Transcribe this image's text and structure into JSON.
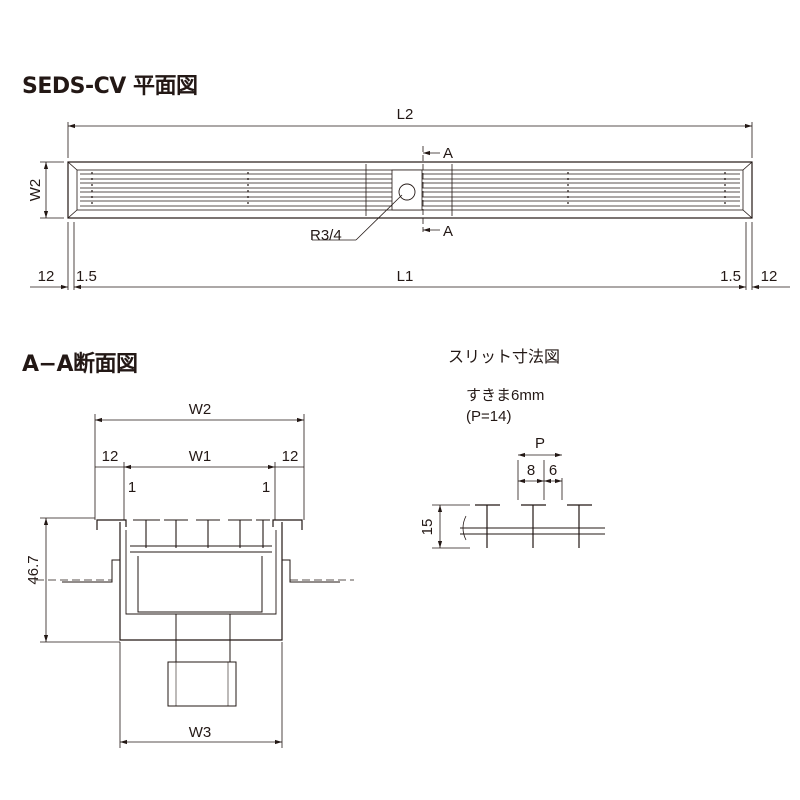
{
  "plan": {
    "title": "SEDS-CV 平面図",
    "L2": "L2",
    "W2": "W2",
    "L1": "L1",
    "section_mark": "A",
    "outlet": "R3/4",
    "left_margin": "12",
    "left_offset": "1.5",
    "right_offset": "1.5",
    "right_margin": "12"
  },
  "section": {
    "title": "A−A断面図",
    "W2": "W2",
    "W1": "W1",
    "left_margin": "12",
    "right_margin": "12",
    "left_gap": "1",
    "right_gap": "1",
    "height": "46.7",
    "W3": "W3"
  },
  "slit": {
    "title": "スリット寸法図",
    "gap_note": "すきま6mm",
    "pitch_note": "(P=14)",
    "P": "P",
    "dim_8": "8",
    "dim_6": "6",
    "dim_15": "15"
  }
}
